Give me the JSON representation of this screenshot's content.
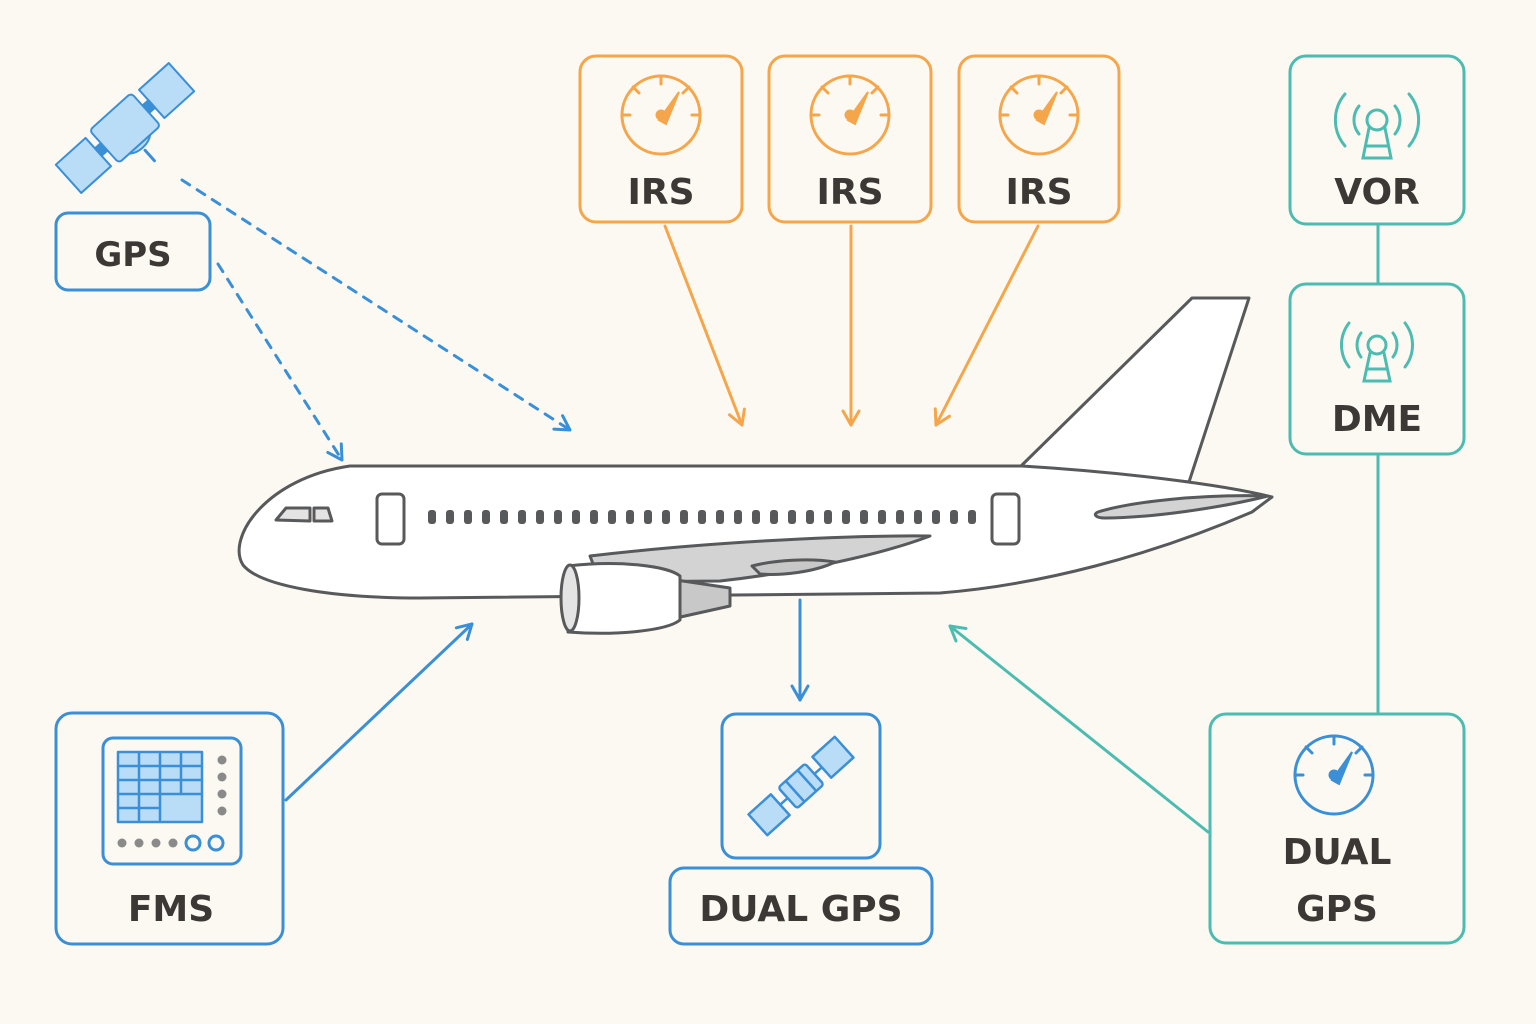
{
  "colors": {
    "background": "#fcf9f3",
    "blue": "#3a8fd6",
    "blue_fill": "#b9dcf7",
    "orange": "#f5a64a",
    "teal": "#4dbcb0",
    "outline": "#58595b",
    "text": "#3b3835"
  },
  "sources": {
    "gps_satellite": {
      "label": "GPS",
      "icon": "satellite-icon"
    },
    "irs_units": [
      {
        "label": "IRS",
        "icon": "gauge-icon"
      },
      {
        "label": "IRS",
        "icon": "gauge-icon"
      },
      {
        "label": "IRS",
        "icon": "gauge-icon"
      }
    ],
    "vor": {
      "label": "VOR",
      "icon": "radio-tower-icon"
    },
    "dme": {
      "label": "DME",
      "icon": "radio-tower-icon"
    },
    "fms": {
      "label": "FMS",
      "icon": "fms-display-icon"
    },
    "dual_gps_bottom": {
      "label": "DUAL GPS",
      "icon": "satellite-icon"
    },
    "dual_gps_right": {
      "label_line1": "DUAL",
      "label_line2": "GPS",
      "icon": "gauge-icon"
    }
  },
  "aircraft": {
    "icon": "airplane-icon"
  }
}
